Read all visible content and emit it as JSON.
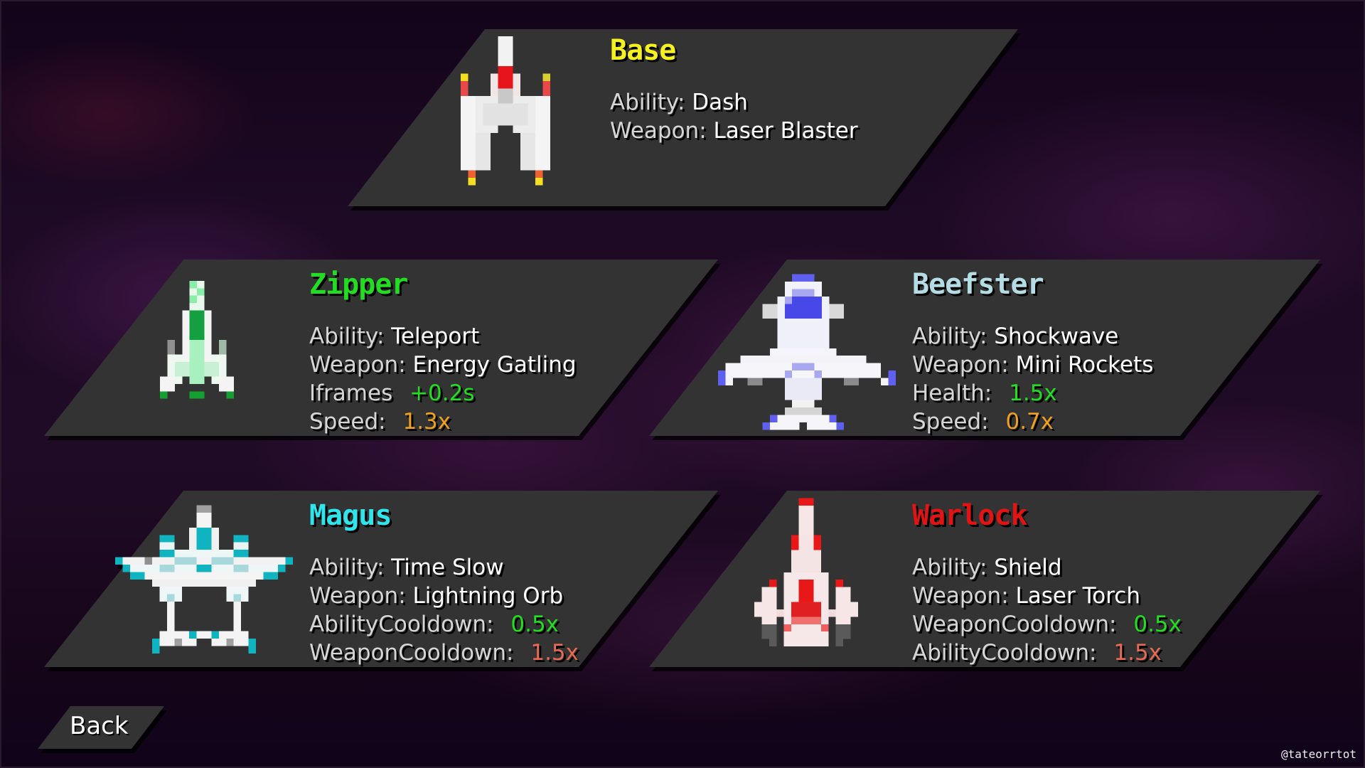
{
  "screen": "ship-select",
  "colors": {
    "card_fill": "#333333",
    "label": "#d6d6d6",
    "value": "#ffffff",
    "positive": "#22dd22",
    "neutral_orange": "#f0a020",
    "negative": "#e86a55"
  },
  "ships": [
    {
      "name": "Base",
      "title_color": "#f5f020",
      "sprite": "base-ship-icon",
      "stats": [
        {
          "label": "Ability:",
          "value": "Dash"
        },
        {
          "label": "Weapon:",
          "value": "Laser Blaster"
        }
      ]
    },
    {
      "name": "Zipper",
      "title_color": "#22dd22",
      "sprite": "zipper-ship-icon",
      "stats": [
        {
          "label": "Ability:",
          "value": "Teleport"
        },
        {
          "label": "Weapon:",
          "value": "Energy Gatling"
        },
        {
          "label": "Iframes",
          "value": "+0.2s",
          "value_color": "#22dd22"
        },
        {
          "label": "Speed:",
          "value": "1.3x",
          "value_color": "#f0a020"
        }
      ]
    },
    {
      "name": "Beefster",
      "title_color": "#b4dce4",
      "sprite": "beefster-ship-icon",
      "stats": [
        {
          "label": "Ability:",
          "value": "Shockwave"
        },
        {
          "label": "Weapon:",
          "value": "Mini Rockets"
        },
        {
          "label": "Health:",
          "value": "1.5x",
          "value_color": "#22dd22"
        },
        {
          "label": "Speed:",
          "value": "0.7x",
          "value_color": "#f0a020"
        }
      ]
    },
    {
      "name": "Magus",
      "title_color": "#30e4ec",
      "sprite": "magus-ship-icon",
      "stats": [
        {
          "label": "Ability:",
          "value": "Time Slow"
        },
        {
          "label": "Weapon:",
          "value": "Lightning Orb"
        },
        {
          "label": "AbilityCooldown:",
          "value": "0.5x",
          "value_color": "#22dd22"
        },
        {
          "label": "WeaponCooldown:",
          "value": "1.5x",
          "value_color": "#e86a55"
        }
      ]
    },
    {
      "name": "Warlock",
      "title_color": "#e01414",
      "sprite": "warlock-ship-icon",
      "stats": [
        {
          "label": "Ability:",
          "value": "Shield"
        },
        {
          "label": "Weapon:",
          "value": "Laser Torch"
        },
        {
          "label": "WeaponCooldown:",
          "value": "0.5x",
          "value_color": "#22dd22"
        },
        {
          "label": "AbilityCooldown:",
          "value": "1.5x",
          "value_color": "#e86a55"
        }
      ]
    }
  ],
  "back_button": {
    "label": "Back"
  },
  "watermark": "@tateorrtot"
}
